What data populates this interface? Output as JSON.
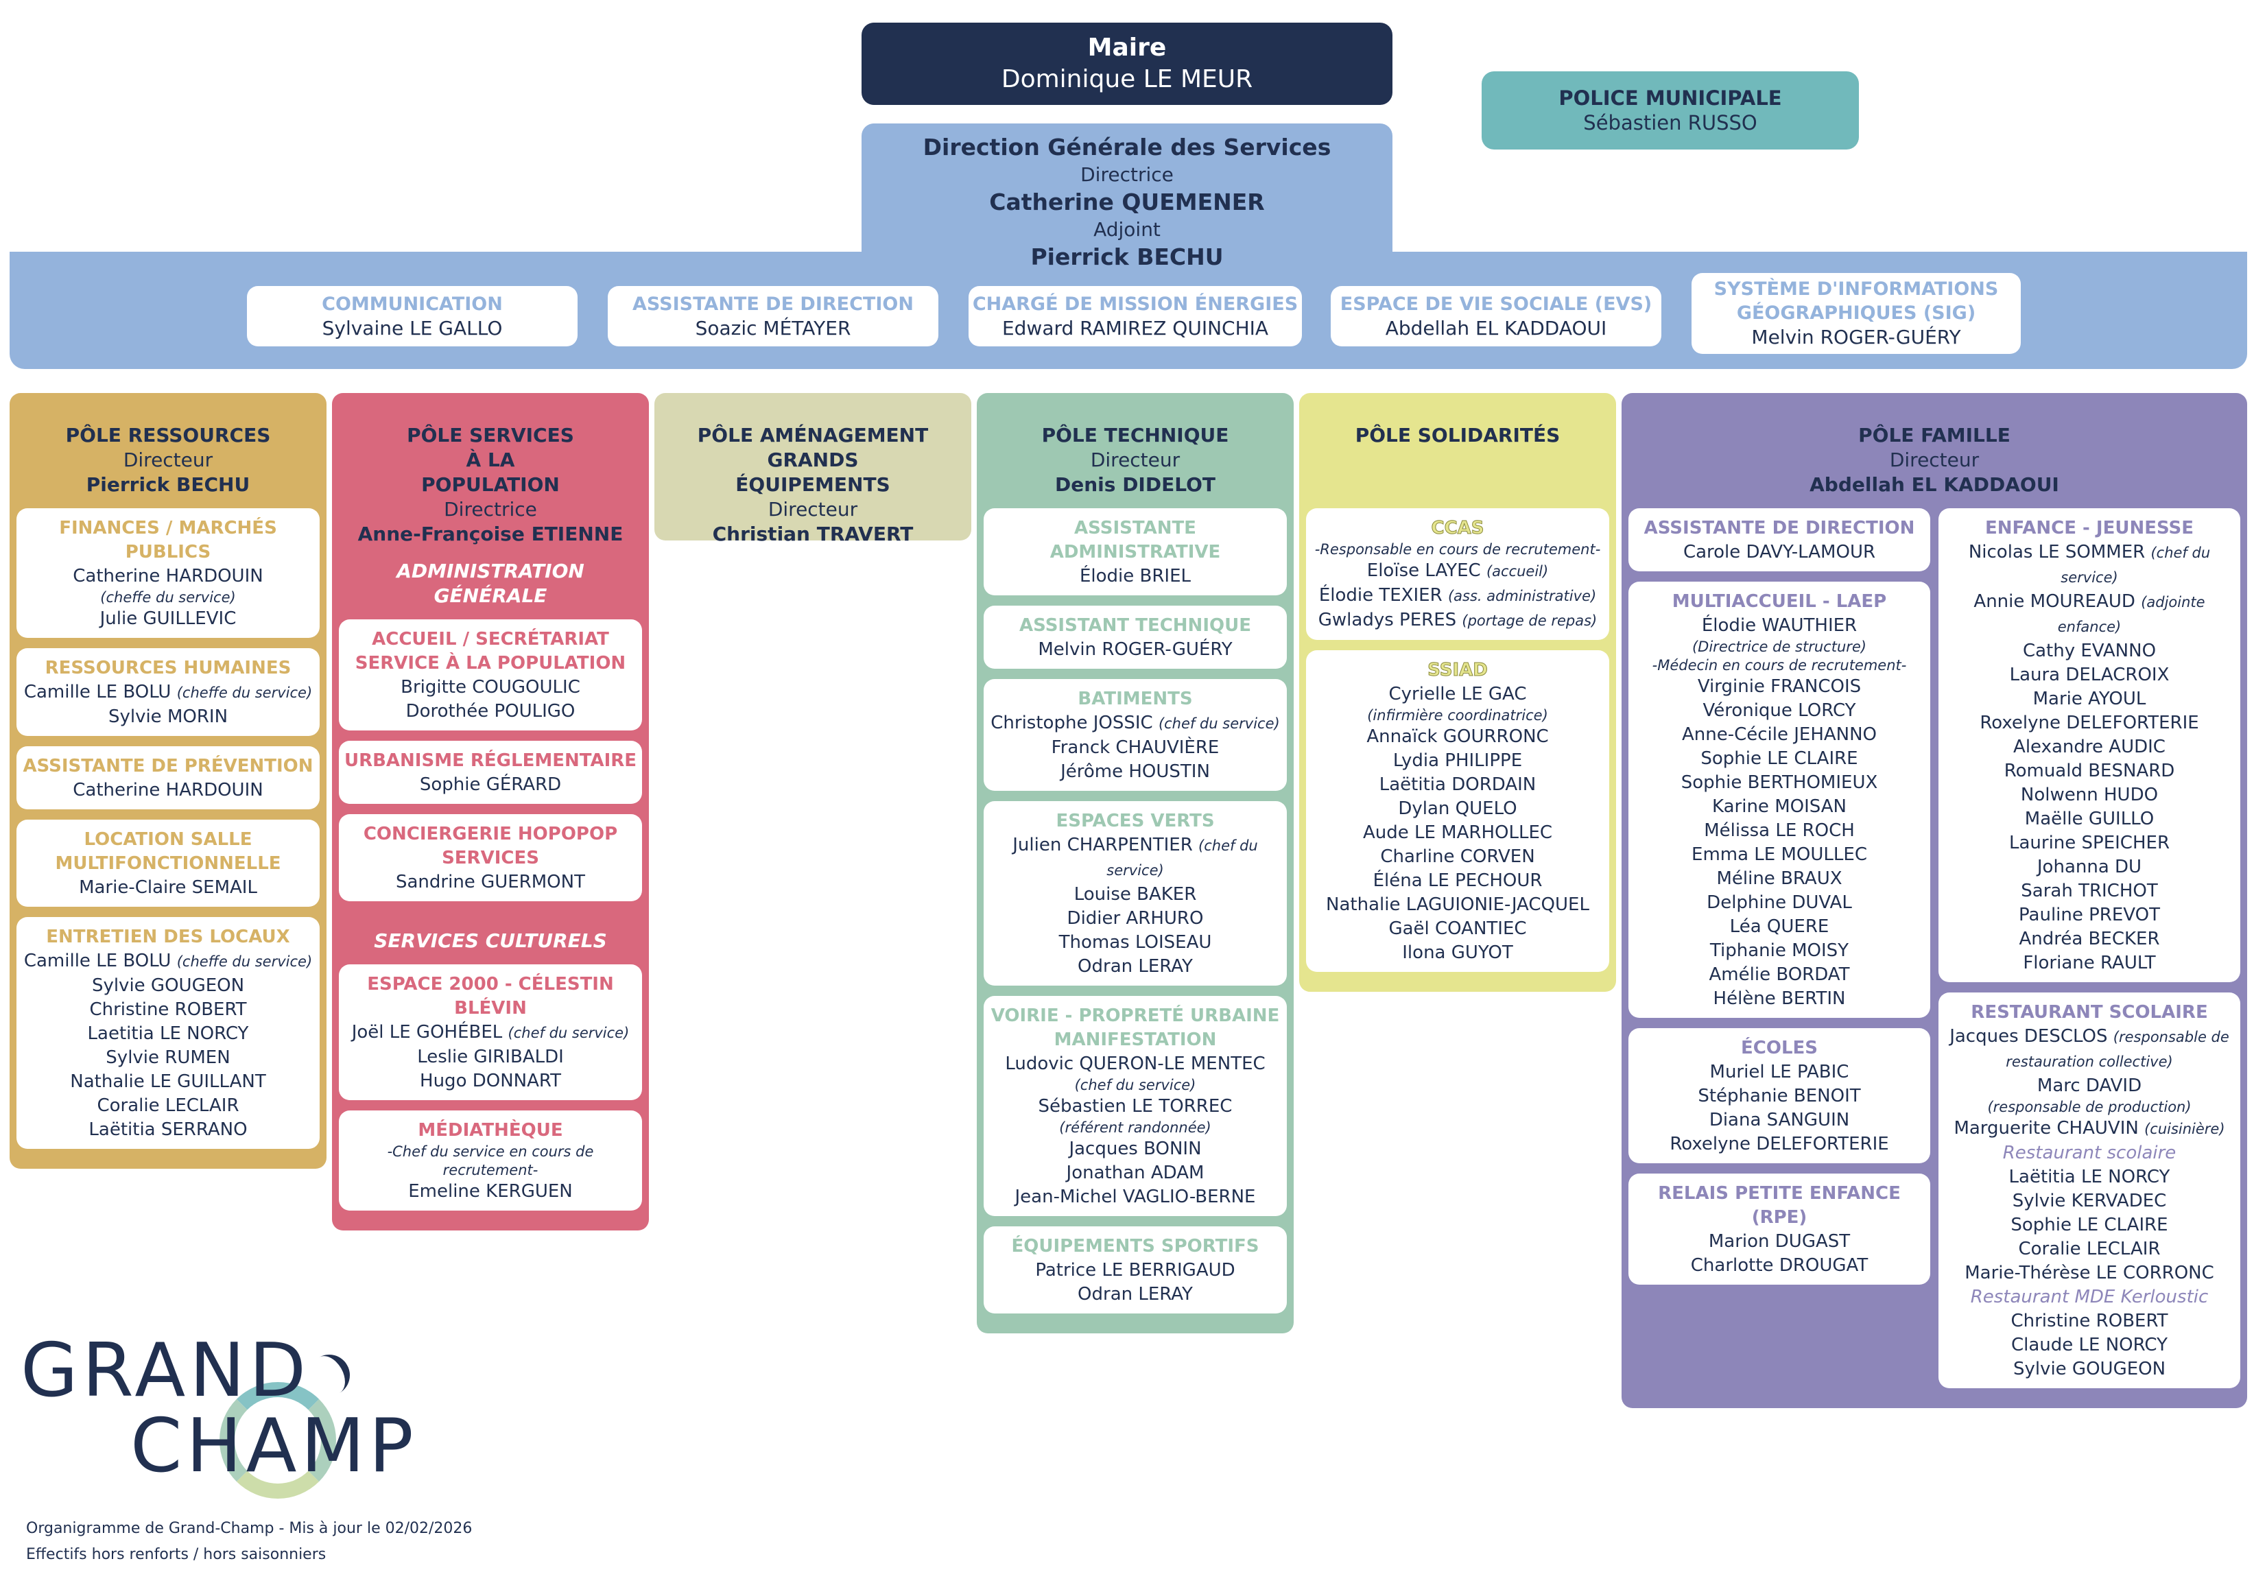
{
  "maire": {
    "title": "Maire",
    "name": "Dominique LE MEUR"
  },
  "police": {
    "title": "POLICE MUNICIPALE",
    "name": "Sébastien RUSSO"
  },
  "dgs": {
    "title": "Direction Générale des Services",
    "role1": "Directrice",
    "name1": "Catherine QUEMENER",
    "role2": "Adjoint",
    "name2": "Pierrick BECHU",
    "services": [
      {
        "title": "COMMUNICATION",
        "name": "Sylvaine LE GALLO"
      },
      {
        "title": "ASSISTANTE DE DIRECTION",
        "name": "Soazic MÉTAYER"
      },
      {
        "title": "CHARGÉ DE MISSION ÉNERGIES",
        "name": "Edward RAMIREZ QUINCHIA"
      },
      {
        "title": "ESPACE DE VIE SOCIALE (EVS)",
        "name": "Abdellah EL KADDAOUI"
      },
      {
        "title": "SYSTÈME D'INFORMATIONS GÉOGRAPHIQUES (SIG)",
        "name": "Melvin ROGER-GUÉRY"
      }
    ]
  },
  "poles": {
    "ressources": {
      "title": "PÔLE RESSOURCES",
      "role": "Directeur",
      "name": "Pierrick BECHU",
      "cards": [
        {
          "title": "FINANCES / MARCHÉS PUBLICS",
          "lines": [
            [
              "Catherine HARDOUIN",
              ""
            ],
            [
              "",
              "(cheffe du service)"
            ],
            [
              "Julie GUILLEVIC",
              ""
            ]
          ]
        },
        {
          "title": "RESSOURCES HUMAINES",
          "lines": [
            [
              "Camille LE BOLU",
              "(cheffe du service)"
            ],
            [
              "Sylvie MORIN",
              ""
            ]
          ]
        },
        {
          "title": "ASSISTANTE DE PRÉVENTION",
          "lines": [
            [
              "Catherine HARDOUIN",
              ""
            ]
          ]
        },
        {
          "title": "LOCATION SALLE MULTIFONCTIONNELLE",
          "lines": [
            [
              "Marie-Claire SEMAIL",
              ""
            ]
          ]
        },
        {
          "title": "ENTRETIEN DES LOCAUX",
          "lines": [
            [
              "Camille LE BOLU",
              "(cheffe du service)"
            ],
            [
              "Sylvie GOUGEON",
              ""
            ],
            [
              "Christine ROBERT",
              ""
            ],
            [
              "Laetitia LE NORCY",
              ""
            ],
            [
              "Sylvie RUMEN",
              ""
            ],
            [
              "Nathalie LE GUILLANT",
              ""
            ],
            [
              "Coralie LECLAIR",
              ""
            ],
            [
              "Laëtitia SERRANO",
              ""
            ]
          ]
        }
      ]
    },
    "population": {
      "title": "PÔLE SERVICES À LA POPULATION",
      "role": "Directrice",
      "name": "Anne-Françoise ETIENNE",
      "section1": "ADMINISTRATION GÉNÉRALE",
      "cards1": [
        {
          "title": "ACCUEIL / SECRÉTARIAT SERVICE À LA POPULATION",
          "lines": [
            [
              "Brigitte COUGOULIC",
              ""
            ],
            [
              "Dorothée POULIGO",
              ""
            ]
          ]
        },
        {
          "title": "URBANISME RÉGLEMENTAIRE",
          "lines": [
            [
              "Sophie GÉRARD",
              ""
            ]
          ]
        },
        {
          "title": "CONCIERGERIE HOPOPOP SERVICES",
          "lines": [
            [
              "Sandrine GUERMONT",
              ""
            ]
          ]
        }
      ],
      "section2": "SERVICES CULTURELS",
      "cards2": [
        {
          "title": "ESPACE 2000 - CÉLESTIN BLÉVIN",
          "lines": [
            [
              "Joël LE GOHÉBEL",
              "(chef du service)"
            ],
            [
              "Leslie GIRIBALDI",
              ""
            ],
            [
              "Hugo DONNART",
              ""
            ]
          ]
        },
        {
          "title": "MÉDIATHÈQUE",
          "lines": [
            [
              "",
              "-Chef du service en cours de recrutement-"
            ],
            [
              "Emeline KERGUEN",
              ""
            ]
          ]
        }
      ]
    },
    "amenagement": {
      "title": "PÔLE AMÉNAGEMENT GRANDS ÉQUIPEMENTS",
      "role": "Directeur",
      "name": "Christian TRAVERT"
    },
    "technique": {
      "title": "PÔLE TECHNIQUE",
      "role": "Directeur",
      "name": "Denis DIDELOT",
      "cards": [
        {
          "title": "ASSISTANTE ADMINISTRATIVE",
          "lines": [
            [
              "Élodie BRIEL",
              ""
            ]
          ]
        },
        {
          "title": "ASSISTANT TECHNIQUE",
          "lines": [
            [
              "Melvin ROGER-GUÉRY",
              ""
            ]
          ]
        },
        {
          "title": "BATIMENTS",
          "lines": [
            [
              "Christophe JOSSIC",
              "(chef du service)"
            ],
            [
              "Franck CHAUVIÈRE",
              ""
            ],
            [
              "Jérôme HOUSTIN",
              ""
            ]
          ]
        },
        {
          "title": "ESPACES VERTS",
          "lines": [
            [
              "Julien CHARPENTIER",
              "(chef du service)"
            ],
            [
              "Louise BAKER",
              ""
            ],
            [
              "Didier ARHURO",
              ""
            ],
            [
              "Thomas LOISEAU",
              ""
            ],
            [
              "Odran LERAY",
              ""
            ]
          ]
        },
        {
          "title": "VOIRIE - PROPRETÉ URBAINE MANIFESTATION",
          "lines": [
            [
              "Ludovic QUERON-LE MENTEC",
              ""
            ],
            [
              "",
              "(chef du service)"
            ],
            [
              "Sébastien LE TORREC",
              ""
            ],
            [
              "",
              "(référent randonnée)"
            ],
            [
              "Jacques BONIN",
              ""
            ],
            [
              "Jonathan ADAM",
              ""
            ],
            [
              "Jean-Michel VAGLIO-BERNE",
              ""
            ]
          ]
        },
        {
          "title": "ÉQUIPEMENTS SPORTIFS",
          "lines": [
            [
              "Patrice LE BERRIGAUD",
              ""
            ],
            [
              "Odran LERAY",
              ""
            ]
          ]
        }
      ]
    },
    "solidarites": {
      "title": "PÔLE SOLIDARITÉS",
      "cards": [
        {
          "title": "CCAS",
          "lines": [
            [
              "",
              "-Responsable en cours de recrutement-"
            ],
            [
              "Eloïse LAYEC",
              "(accueil)"
            ],
            [
              "Élodie TEXIER",
              "(ass. administrative)"
            ],
            [
              "Gwladys PERES",
              "(portage de repas)"
            ]
          ]
        },
        {
          "title": "SSIAD",
          "lines": [
            [
              "Cyrielle LE GAC",
              ""
            ],
            [
              "",
              "(infirmière coordinatrice)"
            ],
            [
              "Annaïck GOURRONC",
              ""
            ],
            [
              "Lydia PHILIPPE",
              ""
            ],
            [
              "Laëtitia DORDAIN",
              ""
            ],
            [
              "Dylan QUELO",
              ""
            ],
            [
              "Aude LE MARHOLLEC",
              ""
            ],
            [
              "Charline CORVEN",
              ""
            ],
            [
              "Éléna LE PECHOUR",
              ""
            ],
            [
              "Nathalie LAGUIONIE-JACQUEL",
              ""
            ],
            [
              "Gaël COANTIEC",
              ""
            ],
            [
              "Ilona GUYOT",
              ""
            ]
          ]
        }
      ]
    },
    "famille": {
      "title": "PÔLE FAMILLE",
      "role": "Directeur",
      "name": "Abdellah EL KADDAOUI",
      "left": [
        {
          "title": "ASSISTANTE DE DIRECTION",
          "lines": [
            [
              "Carole DAVY-LAMOUR",
              ""
            ]
          ]
        },
        {
          "title": "MULTIACCUEIL - LAEP",
          "lines": [
            [
              "Élodie WAUTHIER",
              ""
            ],
            [
              "",
              "(Directrice de structure)"
            ],
            [
              "",
              "-Médecin en cours de recrutement-"
            ],
            [
              "Virginie FRANCOIS",
              ""
            ],
            [
              "Véronique LORCY",
              ""
            ],
            [
              "Anne-Cécile JEHANNO",
              ""
            ],
            [
              "Sophie LE CLAIRE",
              ""
            ],
            [
              "Sophie BERTHOMIEUX",
              ""
            ],
            [
              "Karine MOISAN",
              ""
            ],
            [
              "Mélissa LE ROCH",
              ""
            ],
            [
              "Emma LE MOULLEC",
              ""
            ],
            [
              "Méline BRAUX",
              ""
            ],
            [
              "Delphine DUVAL",
              ""
            ],
            [
              "Léa QUERE",
              ""
            ],
            [
              "Tiphanie MOISY",
              ""
            ],
            [
              "Amélie BORDAT",
              ""
            ],
            [
              "Hélène BERTIN",
              ""
            ]
          ]
        },
        {
          "title": "ÉCOLES",
          "lines": [
            [
              "Muriel LE PABIC",
              ""
            ],
            [
              "Stéphanie BENOIT",
              ""
            ],
            [
              "Diana SANGUIN",
              ""
            ],
            [
              "Roxelyne DELEFORTERIE",
              ""
            ]
          ]
        },
        {
          "title": "RELAIS PETITE ENFANCE (RPE)",
          "lines": [
            [
              "Marion DUGAST",
              ""
            ],
            [
              "Charlotte DROUGAT",
              ""
            ]
          ]
        }
      ],
      "right": [
        {
          "title": "ENFANCE - JEUNESSE",
          "lines": [
            [
              "Nicolas LE SOMMER",
              "(chef du service)"
            ],
            [
              "Annie MOUREAUD",
              "(adjointe enfance)"
            ],
            [
              "Cathy EVANNO",
              ""
            ],
            [
              "Laura DELACROIX",
              ""
            ],
            [
              "Marie AYOUL",
              ""
            ],
            [
              "Roxelyne DELEFORTERIE",
              ""
            ],
            [
              "Alexandre AUDIC",
              ""
            ],
            [
              "Romuald BESNARD",
              ""
            ],
            [
              "Nolwenn HUDO",
              ""
            ],
            [
              "Maëlle GUILLO",
              ""
            ],
            [
              "Laurine SPEICHER",
              ""
            ],
            [
              "Johanna DU",
              ""
            ],
            [
              "Sarah TRICHOT",
              ""
            ],
            [
              "Pauline PREVOT",
              ""
            ],
            [
              "Andréa BECKER",
              ""
            ],
            [
              "Floriane RAULT",
              ""
            ]
          ]
        },
        {
          "title": "RESTAURANT SCOLAIRE",
          "lines": [
            [
              "Jacques DESCLOS",
              "(responsable de restauration collective)"
            ],
            [
              "Marc DAVID",
              ""
            ],
            [
              "",
              "(responsable de production)"
            ],
            [
              "Marguerite CHAUVIN",
              "(cuisinière)"
            ],
            [
              "#Restaurant scolaire",
              ""
            ],
            [
              "Laëtitia LE NORCY",
              ""
            ],
            [
              "Sylvie KERVADEC",
              ""
            ],
            [
              "Sophie LE CLAIRE",
              ""
            ],
            [
              "Coralie LECLAIR",
              ""
            ],
            [
              "Marie-Thérèse LE CORRONC",
              ""
            ],
            [
              "#Restaurant MDE Kerloustic",
              ""
            ],
            [
              "Christine ROBERT",
              ""
            ],
            [
              "Claude LE NORCY",
              ""
            ],
            [
              "Sylvie GOUGEON",
              ""
            ]
          ]
        }
      ]
    }
  },
  "logo": {
    "line1": "GRAND",
    "line2": "CHAMP"
  },
  "footer": {
    "line1": "Organigramme de Grand-Champ - Mis à jour le 02/02/2026",
    "line2": "Effectifs hors renforts / hors saisonniers"
  },
  "colors": {
    "navy": "#213050",
    "police": "#71b9bb",
    "dgs": "#94b3dc",
    "ressources": "#d6b265",
    "population": "#d9687d",
    "amenagement": "#d8d8b2",
    "technique": "#9ec8b2",
    "solidarites": "#e5e58f",
    "famille": "#8d86b9"
  }
}
